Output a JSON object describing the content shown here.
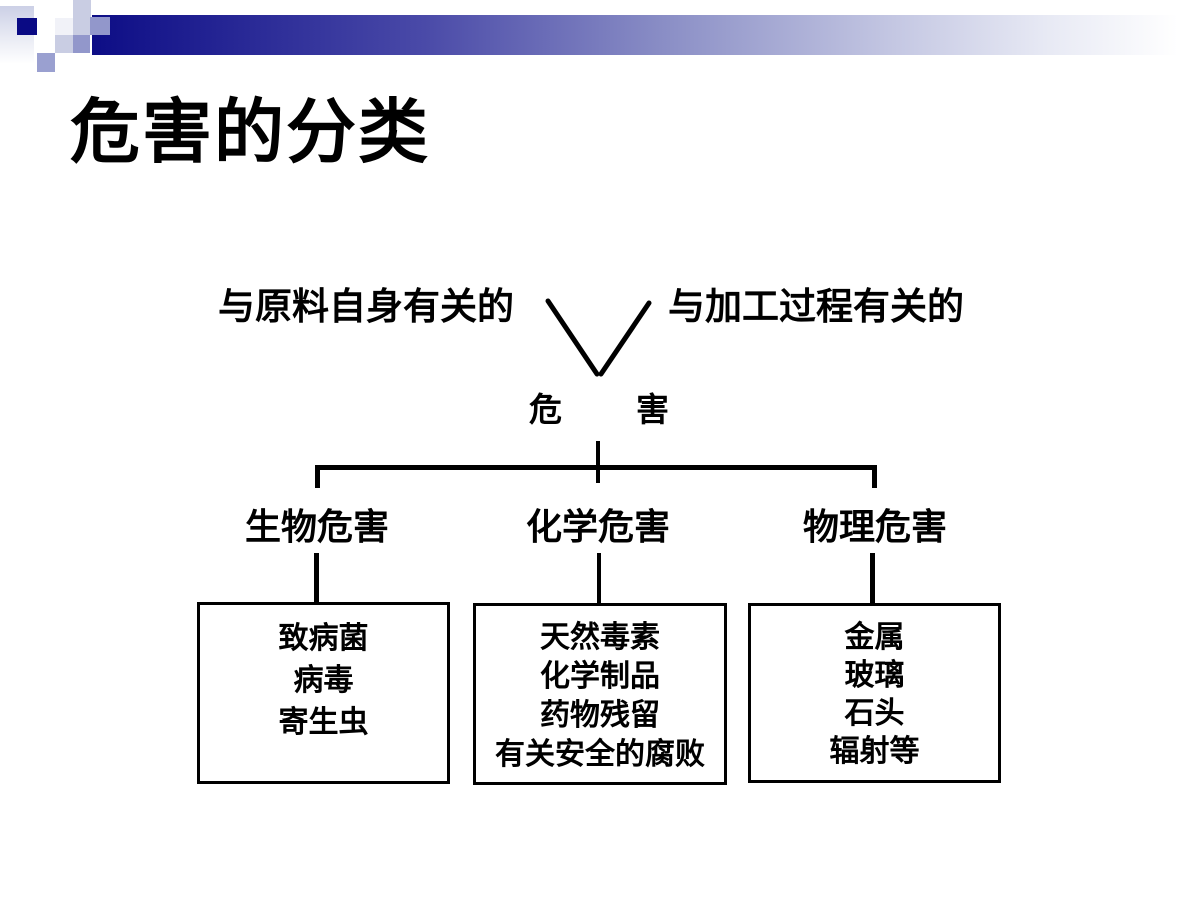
{
  "slide": {
    "title": "危害的分类"
  },
  "decor": {
    "navy": "#0a0a84",
    "periwinkle": "#9297cb",
    "lavender": "#c9cde3",
    "bar_gradient_start": "#0d0d86",
    "bar_gradient_end": "#ffffff",
    "line_color": "#000000"
  },
  "diagram": {
    "source_labels": {
      "left": "与原料自身有关的",
      "right": "与加工过程有关的"
    },
    "root": {
      "left": "危",
      "right": "害"
    },
    "branches": [
      {
        "title": "生物危害",
        "items": [
          "致病菌",
          "病毒",
          "寄生虫"
        ]
      },
      {
        "title": "化学危害",
        "items": [
          "天然毒素",
          "化学制品",
          "药物残留",
          "有关安全的腐败"
        ]
      },
      {
        "title": "物理危害",
        "items": [
          "金属",
          "玻璃",
          "石头",
          "辐射等"
        ]
      }
    ]
  }
}
